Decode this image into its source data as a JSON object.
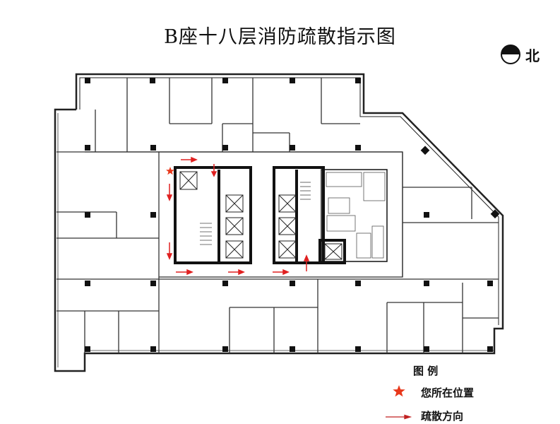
{
  "title": "B座十八层消防疏散指示图",
  "compass": {
    "label": "北",
    "icon": "north-compass-icon"
  },
  "legend": {
    "title": "图   例",
    "items": [
      {
        "icon": "star-icon",
        "label": "您所在位置"
      },
      {
        "icon": "red-arrow-icon",
        "label": "疏散方向"
      }
    ]
  },
  "colors": {
    "walls": "#111111",
    "marker": "#e8381b",
    "arrow": "#e02020",
    "background": "#ffffff"
  }
}
